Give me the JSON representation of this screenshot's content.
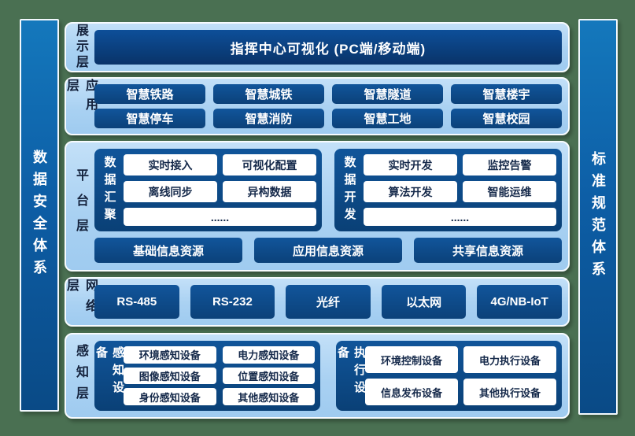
{
  "sidebars": {
    "left": "数据安全体系",
    "right": "标准规范体系"
  },
  "layers": [
    {
      "label": "展示层",
      "box": "指挥中心可视化 (PC端/移动端)"
    },
    {
      "label": "应用层",
      "items": [
        "智慧铁路",
        "智慧城铁",
        "智慧隧道",
        "智慧楼宇",
        "智慧停车",
        "智慧消防",
        "智慧工地",
        "智慧校园"
      ]
    },
    {
      "label": "平台层",
      "groups": [
        {
          "title": "数据汇聚",
          "items": [
            "实时接入",
            "可视化配置",
            "离线同步",
            "异构数据"
          ],
          "more": "......"
        },
        {
          "title": "数据开发",
          "items": [
            "实时开发",
            "监控告警",
            "算法开发",
            "智能运维"
          ],
          "more": "......"
        }
      ],
      "resources": [
        "基础信息资源",
        "应用信息资源",
        "共享信息资源"
      ]
    },
    {
      "label": "网络层",
      "items": [
        "RS-485",
        "RS-232",
        "光纤",
        "以太网",
        "4G/NB-IoT"
      ]
    },
    {
      "label": "感知层",
      "groups": [
        {
          "title": "感知设备",
          "items": [
            "环境感知设备",
            "电力感知设备",
            "图像感知设备",
            "位置感知设备",
            "身份感知设备",
            "其他感知设备"
          ]
        },
        {
          "title": "执行设备",
          "items": [
            "环境控制设备",
            "电力执行设备",
            "信息发布设备",
            "其他执行设备"
          ]
        }
      ]
    }
  ],
  "colors": {
    "background": "#4A7052",
    "panel": "#A9D1F2",
    "panel_border": "#FFFFFF",
    "box_dark": "#0D4D8E",
    "box_dark_deep": "#093368",
    "sidebar_blue": "#0D5EA6",
    "text_light": "#FFFFFF",
    "text_dark": "#15294A"
  }
}
